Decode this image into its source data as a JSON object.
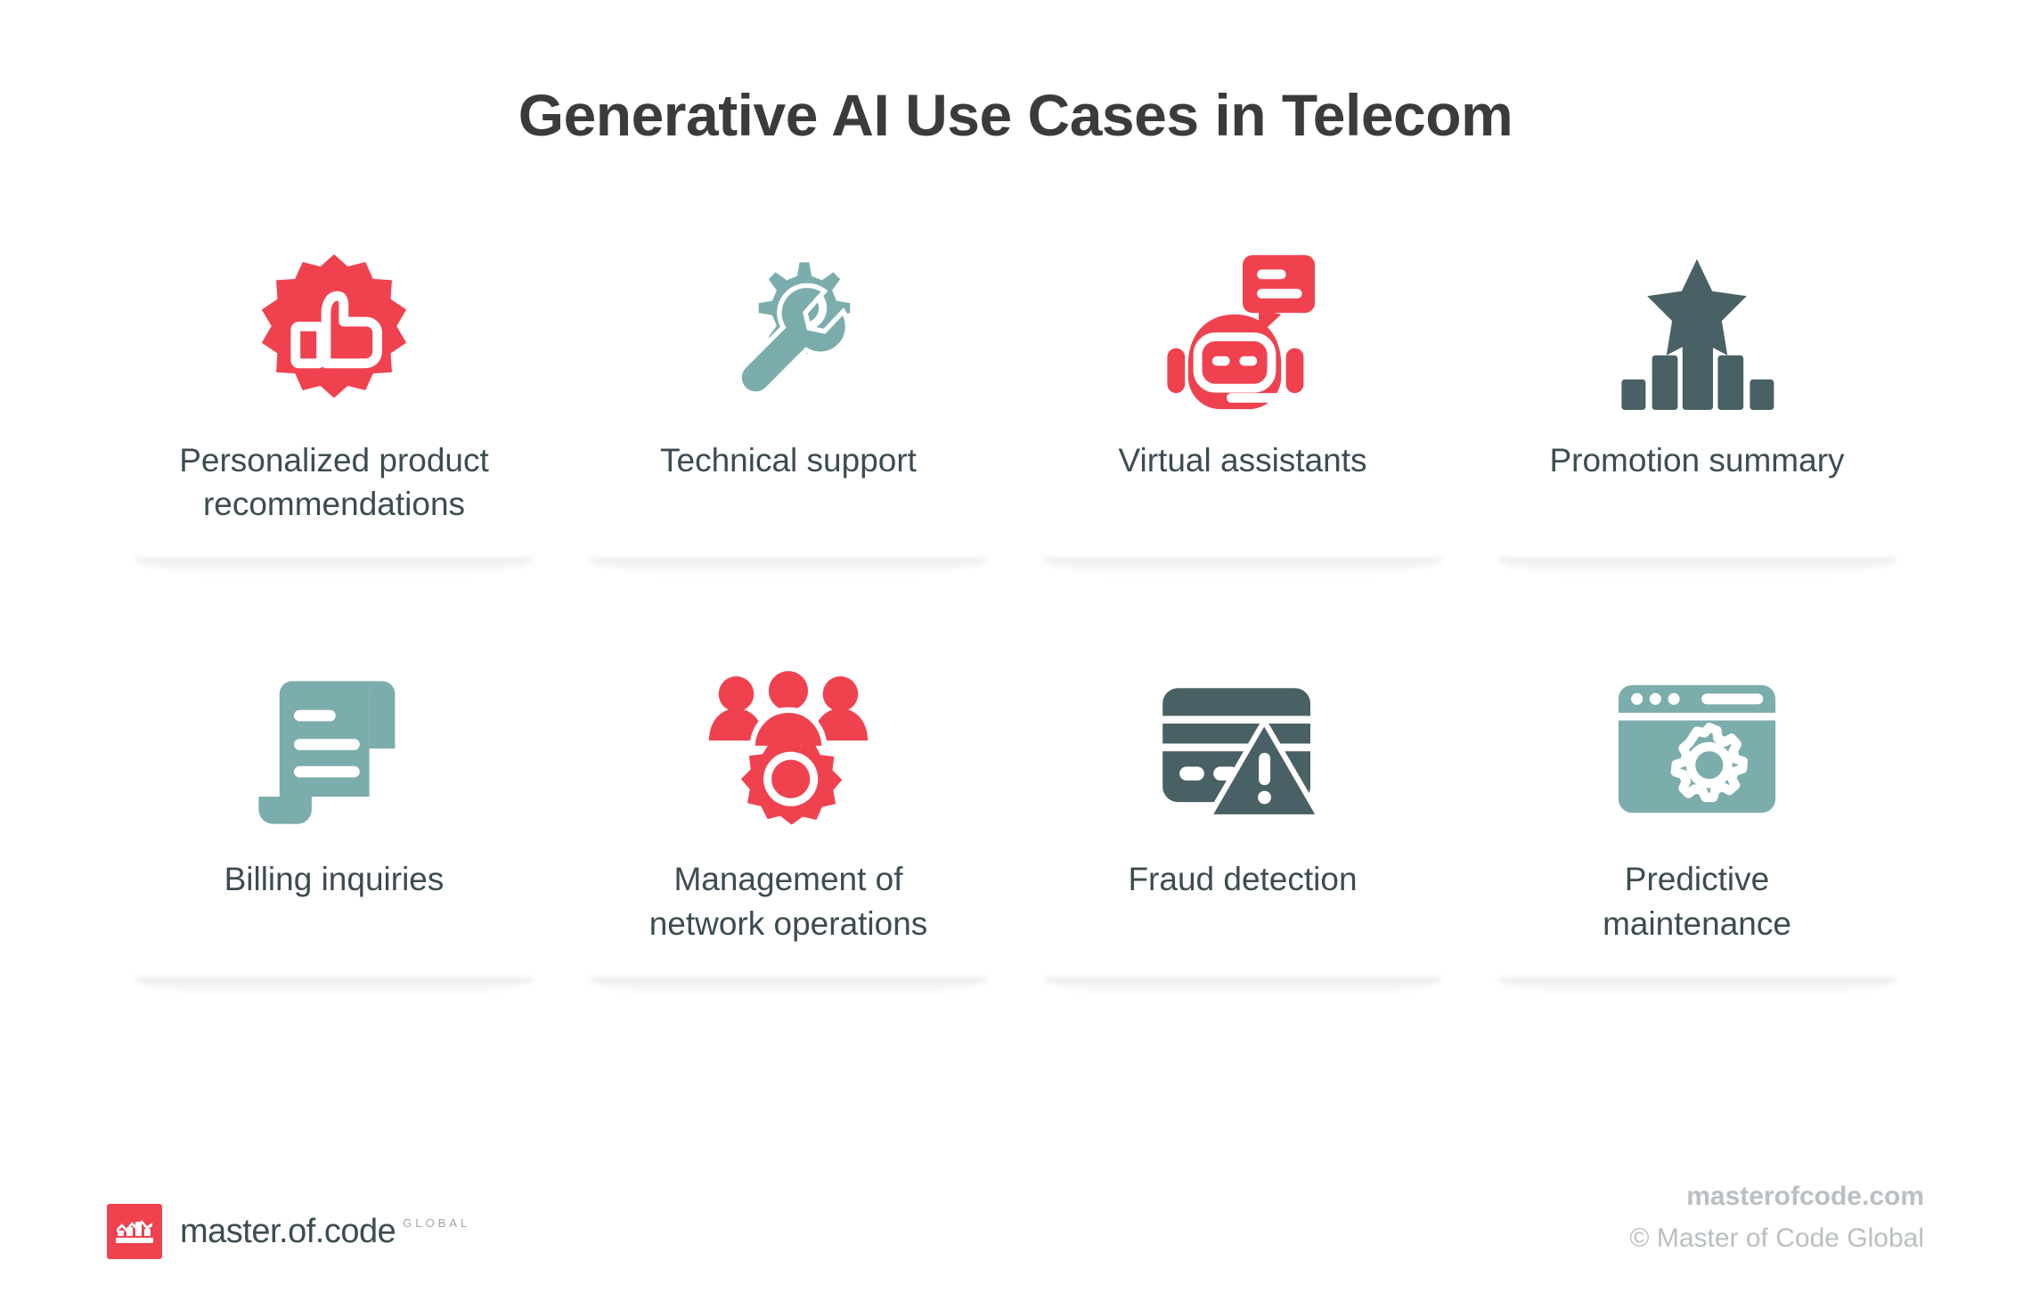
{
  "header": {
    "title": "Generative AI Use Cases in Telecom"
  },
  "colors": {
    "red": "#F0414F",
    "teal": "#7BADAC",
    "slate": "#496165",
    "text": "#3c4c51",
    "title": "#3b3b3b",
    "footer_gray": "#b9bfc2",
    "background": "#ffffff"
  },
  "cards": [
    {
      "icon": "thumbs-up-badge-icon",
      "label": "Personalized product\nrecommendations",
      "color": "#F0414F"
    },
    {
      "icon": "gear-wrench-icon",
      "label": "Technical support",
      "color": "#7BADAC"
    },
    {
      "icon": "chatbot-robot-icon",
      "label": "Virtual assistants",
      "color": "#F0414F"
    },
    {
      "icon": "bar-chart-star-icon",
      "label": "Promotion summary",
      "color": "#496165"
    },
    {
      "icon": "receipt-document-icon",
      "label": "Billing inquiries",
      "color": "#7BADAC"
    },
    {
      "icon": "people-gear-icon",
      "label": "Management of\nnetwork operations",
      "color": "#F0414F"
    },
    {
      "icon": "card-warning-icon",
      "label": "Fraud detection",
      "color": "#496165"
    },
    {
      "icon": "browser-gear-icon",
      "label": "Predictive\nmaintenance",
      "color": "#7BADAC"
    }
  ],
  "footer": {
    "logo_text": "master.of.code",
    "logo_suffix": "GLOBAL",
    "site": "masterofcode.com",
    "copyright": "© Master of Code Global"
  }
}
